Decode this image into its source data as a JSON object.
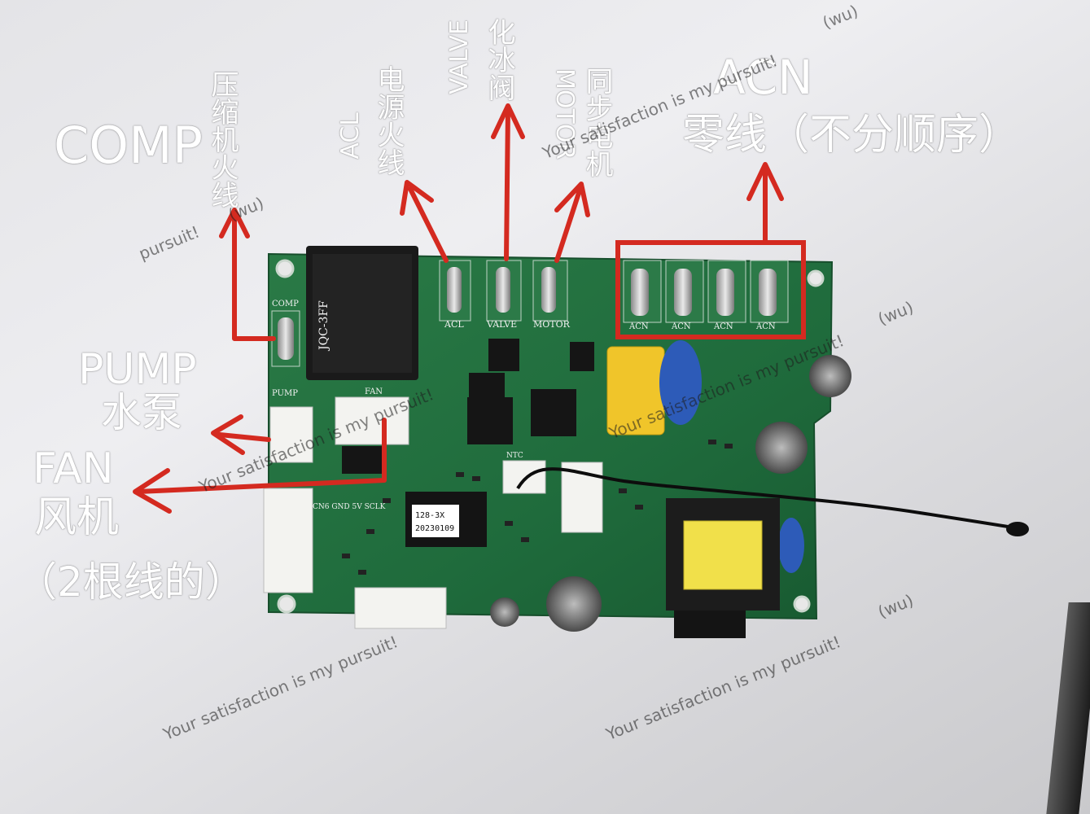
{
  "labels": {
    "comp": "COMP",
    "comp_cn": "压缩机火线",
    "acl": "ACL",
    "acl_cn": "电源火线",
    "valve": "VALVE",
    "valve_cn": "化冰阀",
    "motor": "MOTOR",
    "motor_cn": "同步电机",
    "acn": "ACN",
    "acn_cn": "零线（不分顺序）",
    "pump": "PUMP",
    "pump_cn": "水泵",
    "fan": "FAN",
    "fan_cn": "风机",
    "fan_note": "（2根线的）"
  },
  "watermark": {
    "text": "Your satisfaction is my pursuit!",
    "short": "pursuit!",
    "tag": "(wu)"
  },
  "board_silkscreen": {
    "relay_model": "JQC-3FF",
    "comp": "COMP",
    "pump": "PUMP",
    "fan": "FAN",
    "acl": "ACL",
    "valve": "VALVE",
    "motor": "MOTOR",
    "acn": "ACN",
    "chip_label_1": "128-3X",
    "chip_label_2": "20230109",
    "ntc": "NTC",
    "cn_gnd": "CN6  GND 5V SCLK"
  },
  "colors": {
    "pcb": "#1f6b3c",
    "arrow": "#d42a20",
    "label": "#ffffff",
    "capacitor_yellow": "#f0c52a",
    "capacitor_blue": "#2d5bb8",
    "relay": "#1a1a1a"
  }
}
